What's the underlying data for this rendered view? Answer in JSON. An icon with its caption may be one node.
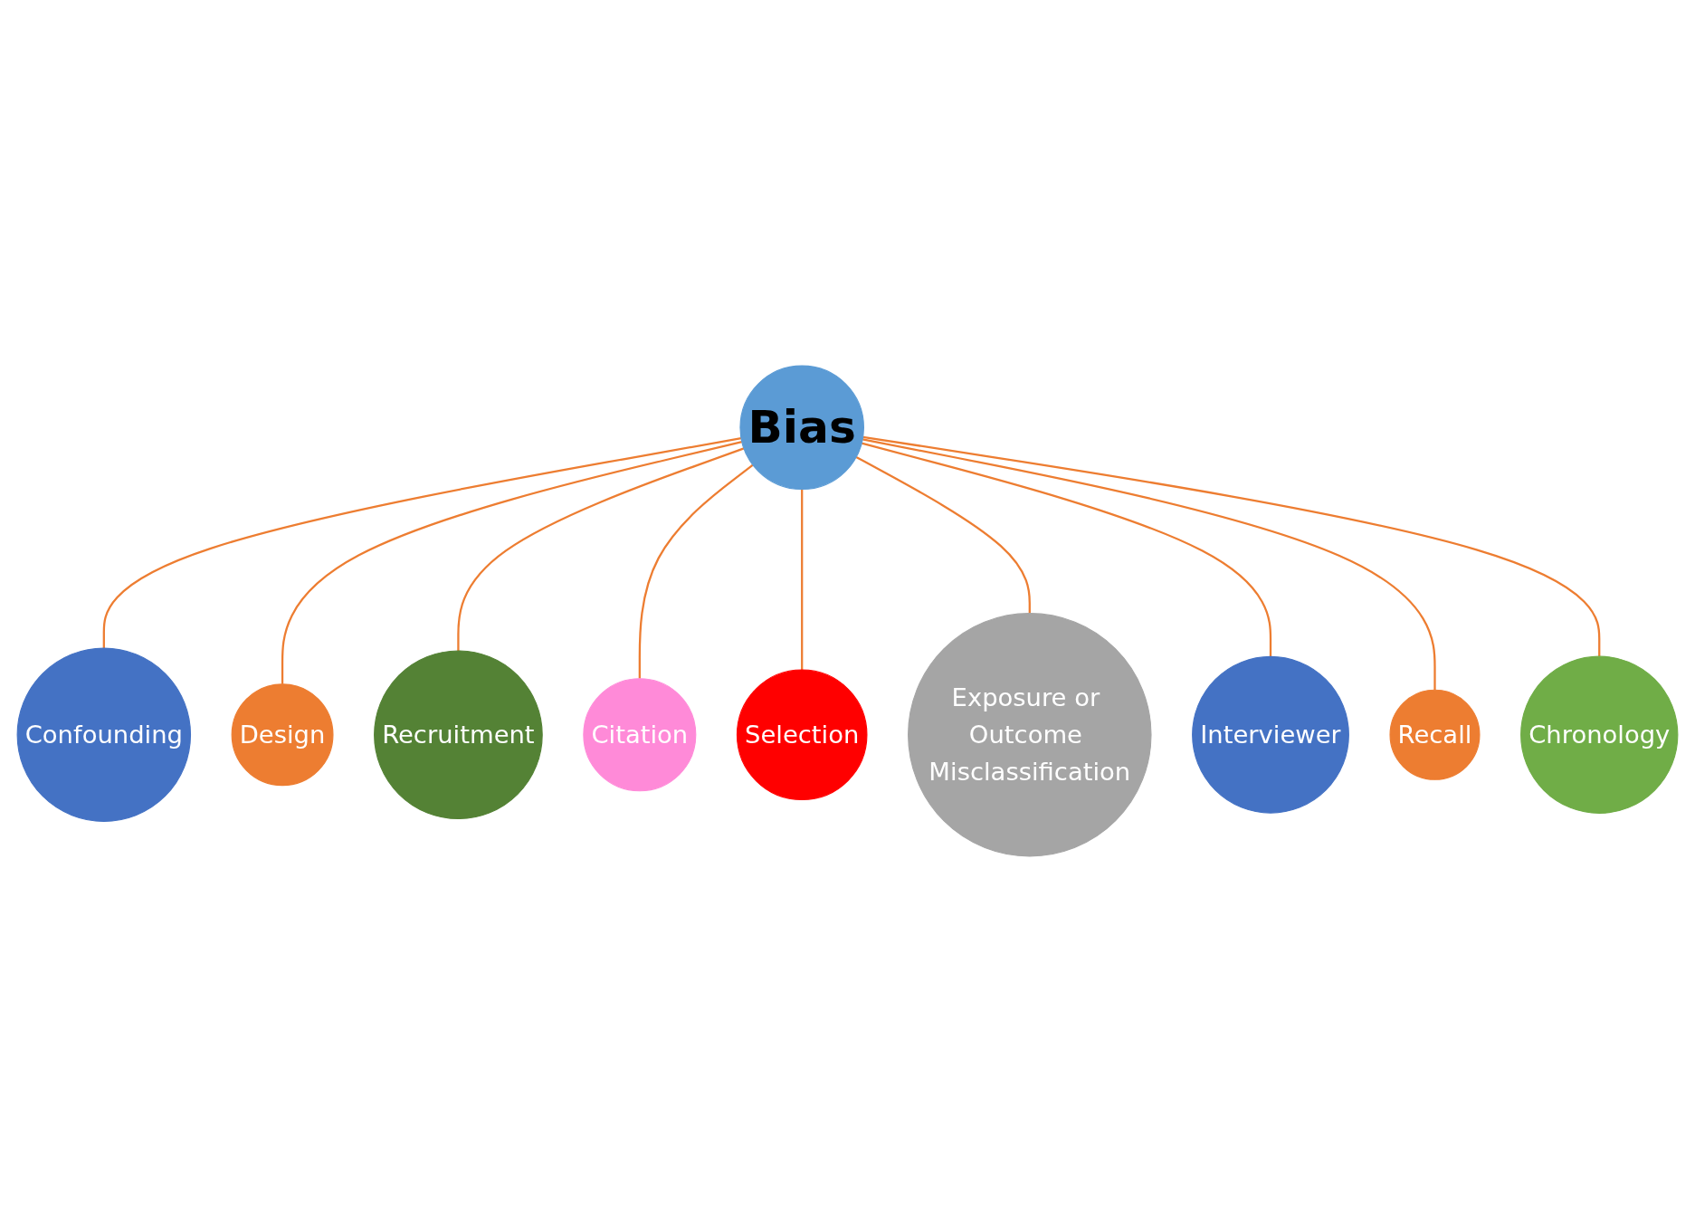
{
  "diagram": {
    "nodes": [
      {
        "text": [
          "Confounding"
        ]
      },
      {
        "text": [
          "Design"
        ]
      },
      {
        "text": [
          "Recruitment"
        ]
      },
      {
        "text": [
          "Citation"
        ]
      },
      {
        "text": [
          "Bias"
        ]
      },
      {
        "text": [
          "Selection"
        ]
      },
      {
        "text": [
          "Exposure or Outcome Misclassification"
        ]
      },
      {
        "text": [
          "Interviewer"
        ]
      },
      {
        "text": [
          "Recall"
        ]
      },
      {
        "text": [
          "Chronology"
        ]
      }
    ],
    "edges": [
      {
        "from": 4,
        "to": 0,
        "arrow": "none"
      },
      {
        "from": 4,
        "to": 1,
        "arrow": "none"
      },
      {
        "from": 4,
        "to": 2,
        "arrow": "none"
      },
      {
        "from": 4,
        "to": 3,
        "arrow": "none"
      },
      {
        "from": 4,
        "to": 5,
        "arrow": "none"
      },
      {
        "from": 4,
        "to": 6,
        "arrow": "none"
      },
      {
        "from": 4,
        "to": 7,
        "arrow": "none"
      },
      {
        "from": 4,
        "to": 8,
        "arrow": "none"
      },
      {
        "from": 4,
        "to": 9,
        "arrow": "none"
      }
    ]
  }
}
